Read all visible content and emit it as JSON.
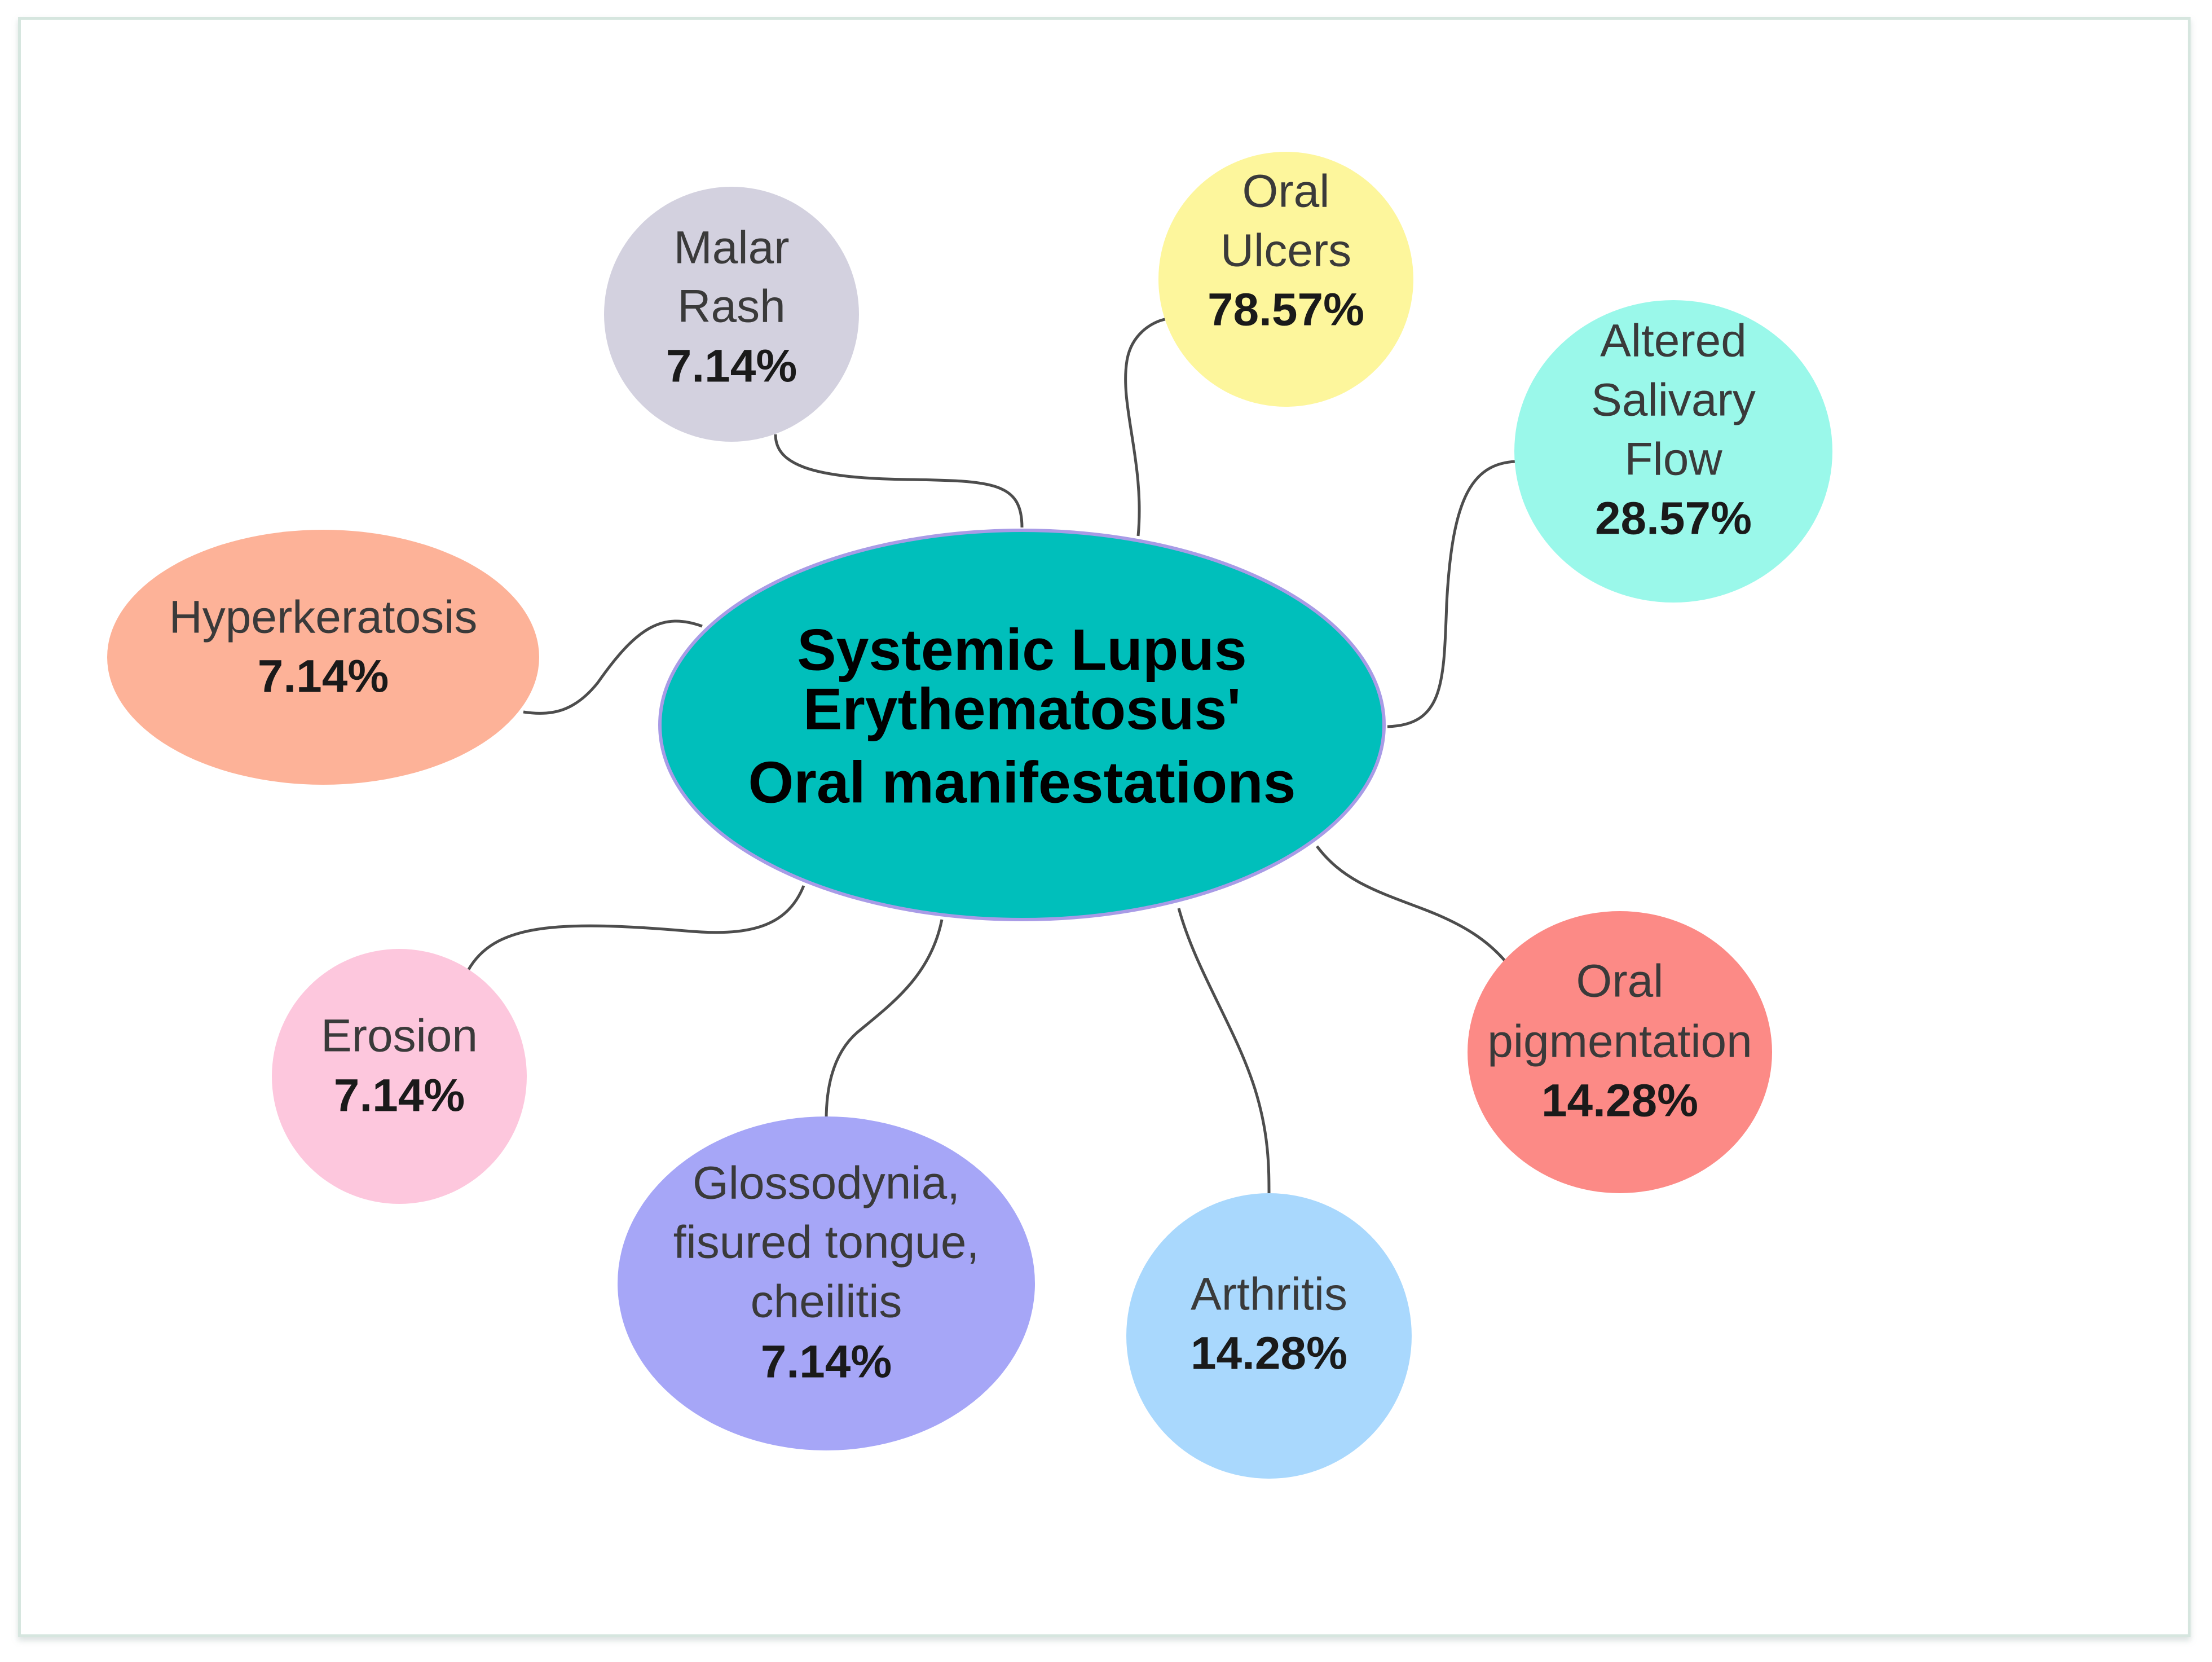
{
  "center": {
    "lines": [
      "Systemic Lupus",
      "Erythematosus'",
      "Oral manifestations"
    ],
    "fill": "#00bfbb",
    "stroke": "#a89be6"
  },
  "nodes": [
    {
      "id": "malar-rash",
      "lines": [
        "Malar",
        "Rash"
      ],
      "value": "7.14%",
      "fill": "#d3d1df"
    },
    {
      "id": "oral-ulcers",
      "lines": [
        "Oral",
        "Ulcers"
      ],
      "value": "78.57%",
      "fill": "#fdf69c"
    },
    {
      "id": "altered-salivary-flow",
      "lines": [
        "Altered",
        "Salivary",
        "Flow"
      ],
      "value": "28.57%",
      "fill": "#9af8ea"
    },
    {
      "id": "hyperkeratosis",
      "lines": [
        "Hyperkeratosis"
      ],
      "value": "7.14%",
      "fill": "#fdb298"
    },
    {
      "id": "oral-pigmentation",
      "lines": [
        "Oral",
        "pigmentation"
      ],
      "value": "14.28%",
      "fill": "#fc8a86"
    },
    {
      "id": "erosion",
      "lines": [
        "Erosion"
      ],
      "value": "7.14%",
      "fill": "#fdc7dd"
    },
    {
      "id": "glossodynia",
      "lines": [
        "Glossodynia,",
        "fisured tongue,",
        "cheilitis"
      ],
      "value": "7.14%",
      "fill": "#a6a6f7"
    },
    {
      "id": "arthritis",
      "lines": [
        "Arthritis"
      ],
      "value": "14.28%",
      "fill": "#a9d8fd"
    }
  ]
}
